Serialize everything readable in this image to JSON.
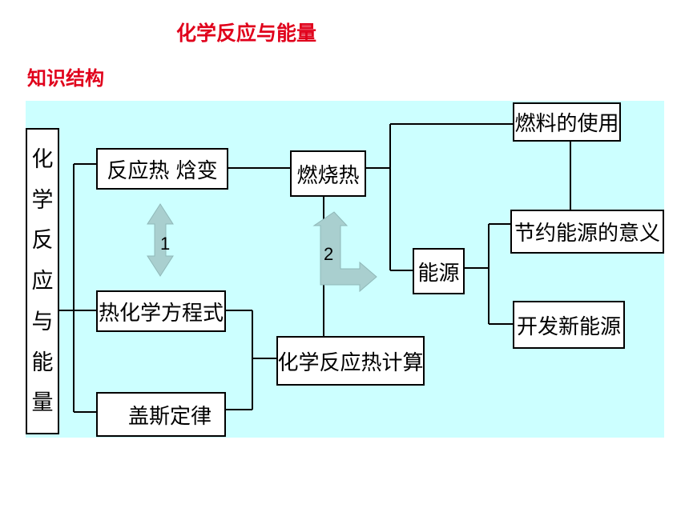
{
  "title": "化学反应与能量",
  "subtitle": "知识结构",
  "diagram": {
    "root": [
      "化",
      "学",
      "反",
      "应",
      "与",
      "能",
      "量"
    ],
    "nodes": {
      "reaction_heat": "反应热 焓变",
      "thermo_equation": "热化学方程式",
      "hess_law": "盖斯定律",
      "combustion_heat": "燃烧热",
      "calc": "化学反应热计算",
      "energy": "能源",
      "fuel_use": "燃料的使用",
      "energy_saving": "节约能源的意义",
      "new_energy": "开发新能源"
    },
    "arrow_labels": {
      "left": "1",
      "right": "2"
    }
  },
  "colors": {
    "title": "#e0001b",
    "panel": "#ccffff",
    "arrow_fill": "#a9cfcf"
  }
}
